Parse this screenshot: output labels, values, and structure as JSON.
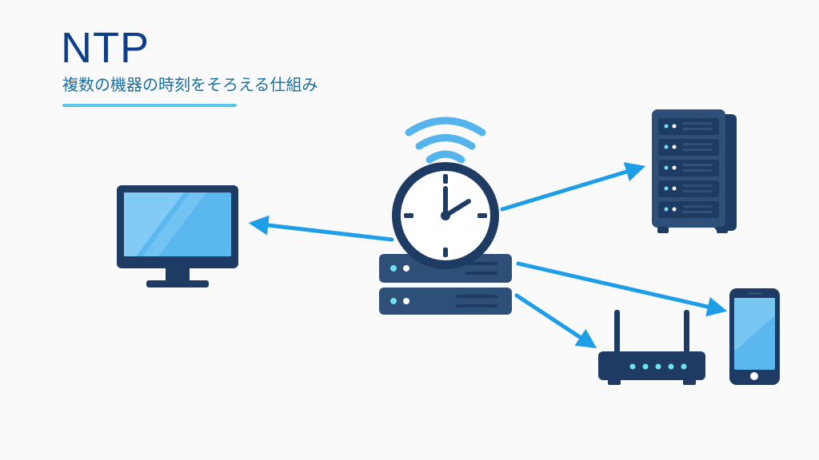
{
  "header": {
    "title": "NTP",
    "subtitle": "複数の機器の時刻をそろえる仕組み"
  },
  "colors": {
    "title": "#0f3f8a",
    "subtitle": "#1a6fa0",
    "underline": "#5cc6e8",
    "arrow": "#1f9ee8",
    "device_dark": "#2d4f78",
    "device_navy": "#1e3b63",
    "screen_light": "#8fd1f5",
    "screen_mid": "#5bb8ee",
    "led": "#6fe0f0",
    "wifi_wave": "#56b4ec",
    "clock_face": "#ffffff"
  },
  "diagram": {
    "nodes": [
      {
        "id": "ntp-time-server",
        "icon": "clock-server-icon"
      },
      {
        "id": "desktop-monitor",
        "icon": "monitor-icon"
      },
      {
        "id": "rack-server",
        "icon": "rack-server-icon"
      },
      {
        "id": "wifi-router",
        "icon": "router-icon"
      },
      {
        "id": "smartphone",
        "icon": "smartphone-icon"
      }
    ],
    "edges": [
      {
        "from": "ntp-time-server",
        "to": "desktop-monitor"
      },
      {
        "from": "ntp-time-server",
        "to": "rack-server"
      },
      {
        "from": "ntp-time-server",
        "to": "smartphone"
      },
      {
        "from": "ntp-time-server",
        "to": "wifi-router"
      }
    ]
  }
}
